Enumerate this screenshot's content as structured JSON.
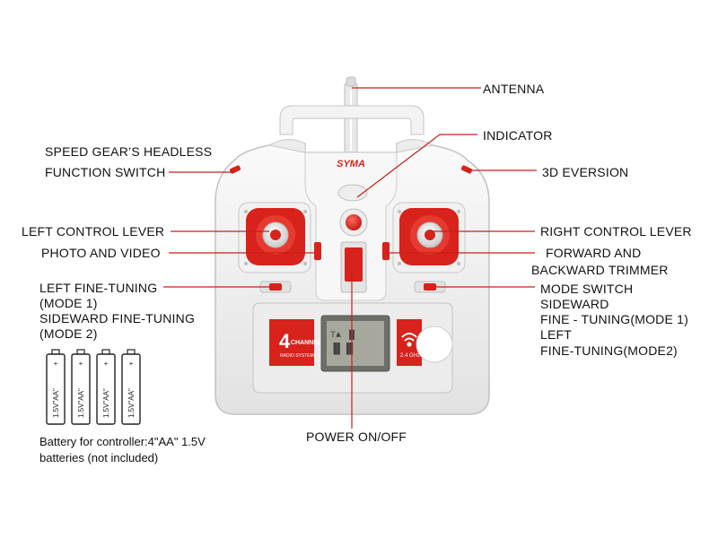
{
  "labels": {
    "antenna": "ANTENNA",
    "indicator": "INDICATOR",
    "speed_gear_line1": "SPEED GEAR’S HEADLESS",
    "speed_gear_line2": "FUNCTION SWITCH",
    "eversion_3d": "3D EVERSION",
    "left_control_lever": "LEFT CONTROL LEVER",
    "right_control_lever": "RIGHT CONTROL LEVER",
    "photo_video": "PHOTO  AND VIDEO",
    "forward_trimmer_line1": "FORWARD AND",
    "forward_trimmer_line2": "BACKWARD TRIMMER",
    "left_fine_line1": "LEFT FINE-TUNING",
    "left_fine_line2": "(MODE 1)",
    "left_fine_line3": "SIDEWARD FINE-TUNING",
    "left_fine_line4": "(MODE 2)",
    "mode_switch_line1": "MODE SWITCH",
    "mode_switch_line2": "SIDEWARD",
    "mode_switch_line3": "FINE - TUNING(MODE 1)",
    "mode_switch_line4": "LEFT",
    "mode_switch_line5": "FINE-TUNING(MODE2)",
    "power": "POWER ON/OFF"
  },
  "device": {
    "brand": "SYMA",
    "channel_number": "4",
    "channel_word": "CHANNEL",
    "channel_sub": "RADIO SYSTEM",
    "frequency": "2.4 GHz"
  },
  "battery": {
    "cell_label": "1.5V\"AA\"",
    "cell_count": 4,
    "note_line1": "Battery for controller:4\"AA\" 1.5V",
    "note_line2": "batteries (not included)"
  },
  "colors": {
    "accent_red": "#d8221c",
    "leader_line": "#c8201a",
    "body_white": "#f4f4f4",
    "body_shadow": "#cfcfcf",
    "lcd": "#9a9a90"
  }
}
